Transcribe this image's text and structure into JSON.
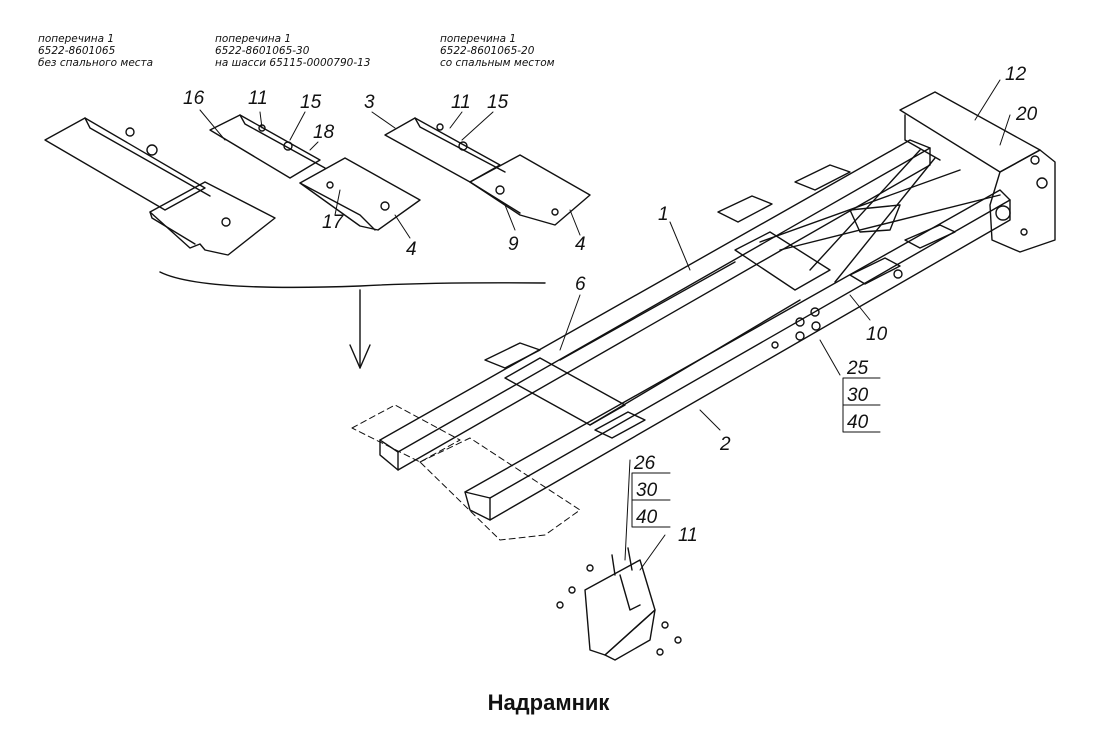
{
  "variants": [
    {
      "name": "поперечина 1",
      "code": "6522-8601065",
      "note": "без спального места"
    },
    {
      "name": "поперечина 1",
      "code": "6522-8601065-30",
      "note": "на шасси 65115-0000790-13"
    },
    {
      "name": "поперечина 1",
      "code": "6522-8601065-20",
      "note": "со спальным местом"
    }
  ],
  "callouts": {
    "c16": "16",
    "c11a": "11",
    "c15a": "15",
    "c18": "18",
    "c17": "17",
    "c4a": "4",
    "c3": "3",
    "c11b": "11",
    "c15b": "15",
    "c9": "9",
    "c4b": "4",
    "c1": "1",
    "c6": "6",
    "c2": "2",
    "c10": "10",
    "c12": "12",
    "c20": "20",
    "c25": "25",
    "c30a": "30",
    "c40a": "40",
    "c26": "26",
    "c30b": "30",
    "c40b": "40",
    "c11c": "11"
  },
  "title": "Надрамник"
}
